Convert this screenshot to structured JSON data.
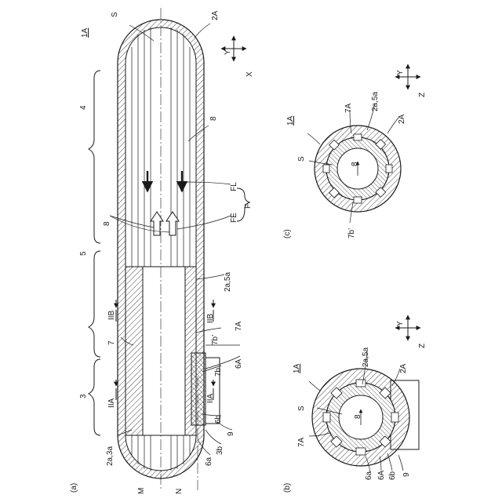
{
  "panels": {
    "a": "(a)",
    "b": "(b)",
    "c": "(c)"
  },
  "refs": {
    "fig_1A": "1A",
    "S": "S",
    "p2A": "2A",
    "n4": "4",
    "n8": "8",
    "FL": "F",
    "FL_sub": "L",
    "FE": "F",
    "FE_sub": "E",
    "F": "F",
    "n5": "5",
    "p2a5a": "2a,5a",
    "IIB": "II",
    "IIB_sub": "B",
    "n7": "7",
    "p7b_prime": "7b’",
    "p7A": "7A",
    "n3": "3",
    "IIA": "II",
    "IIA_sub": "A",
    "p7b": "7b",
    "p6A": "6A",
    "p6b": "6b",
    "n9": "9",
    "p2a3a": "2a,3a",
    "p3b": "3b",
    "p6a": "6a",
    "M": "M",
    "N": "N"
  },
  "axes": {
    "Y": "Y",
    "X": "X",
    "Z": "Z"
  },
  "colors": {
    "line": "#1a1a1a",
    "paper": "#ffffff"
  }
}
